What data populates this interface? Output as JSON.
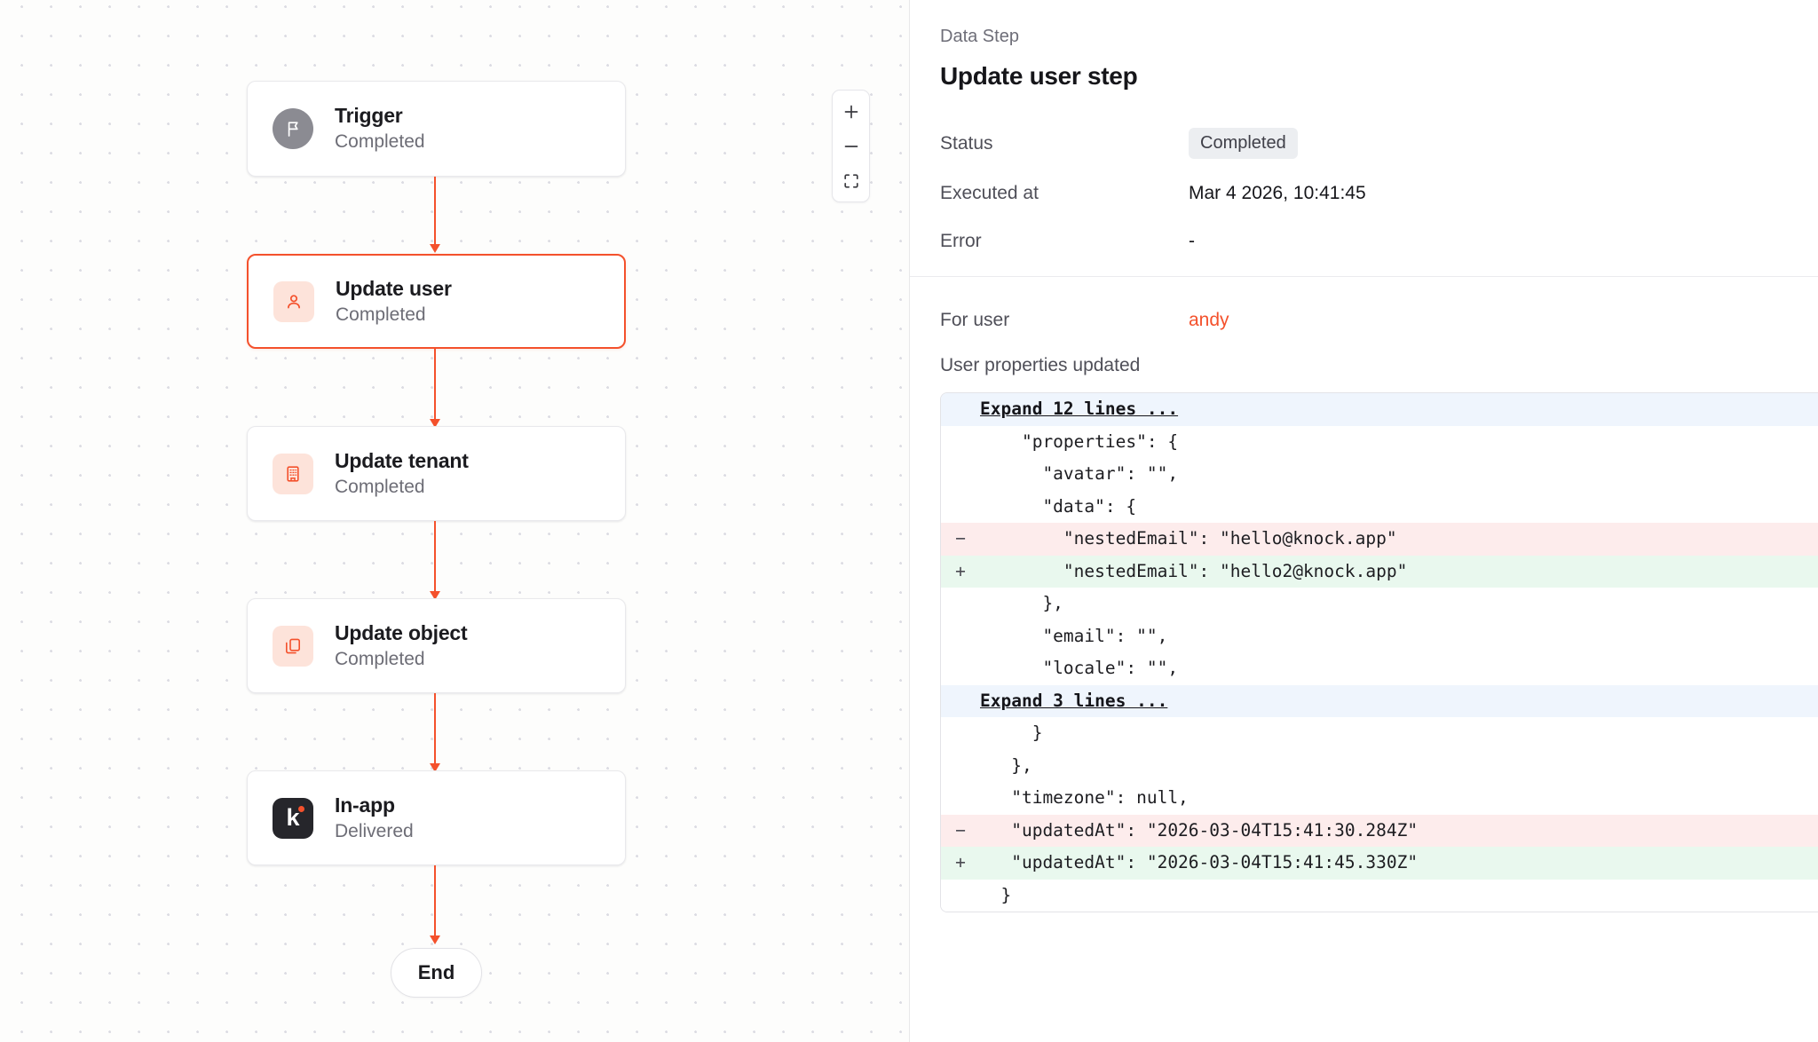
{
  "canvas": {
    "zoom_controls": {
      "zoom_in_label": "+",
      "zoom_out_label": "−",
      "fit_label": "fit-to-screen"
    },
    "nodes": [
      {
        "title": "Trigger",
        "status": "Completed",
        "icon": "flag-icon"
      },
      {
        "title": "Update user",
        "status": "Completed",
        "icon": "user-icon"
      },
      {
        "title": "Update tenant",
        "status": "Completed",
        "icon": "building-icon"
      },
      {
        "title": "Update object",
        "status": "Completed",
        "icon": "copy-icon"
      },
      {
        "title": "In-app",
        "status": "Delivered",
        "icon": "knock-logo-icon"
      }
    ],
    "end_label": "End"
  },
  "panel": {
    "kicker": "Data Step",
    "title": "Update user step",
    "rows": [
      {
        "label": "Status",
        "value": "Completed"
      },
      {
        "label": "Executed at",
        "value": "Mar 4 2026, 10:41:45"
      },
      {
        "label": "Error",
        "value": "-"
      }
    ],
    "for_user": {
      "label": "For user",
      "value": "andy"
    },
    "properties_label": "User properties updated"
  },
  "diff": {
    "lines": [
      {
        "type": "expand",
        "marker": "",
        "text": "Expand 12 lines ..."
      },
      {
        "type": "ctx",
        "marker": "",
        "text": "    \"properties\": {"
      },
      {
        "type": "ctx",
        "marker": "",
        "text": "      \"avatar\": \"\","
      },
      {
        "type": "ctx",
        "marker": "",
        "text": "      \"data\": {"
      },
      {
        "type": "del",
        "marker": "−",
        "text": "        \"nestedEmail\": \"hello@knock.app\""
      },
      {
        "type": "add",
        "marker": "+",
        "text": "        \"nestedEmail\": \"hello2@knock.app\""
      },
      {
        "type": "ctx",
        "marker": "",
        "text": "      },"
      },
      {
        "type": "ctx",
        "marker": "",
        "text": "      \"email\": \"\","
      },
      {
        "type": "ctx",
        "marker": "",
        "text": "      \"locale\": \"\","
      },
      {
        "type": "expand",
        "marker": "",
        "text": "Expand 3 lines ..."
      },
      {
        "type": "ctx",
        "marker": "",
        "text": "     }"
      },
      {
        "type": "ctx",
        "marker": "",
        "text": "   },"
      },
      {
        "type": "ctx",
        "marker": "",
        "text": "   \"timezone\": null,"
      },
      {
        "type": "del",
        "marker": "−",
        "text": "   \"updatedAt\": \"2026-03-04T15:41:30.284Z\""
      },
      {
        "type": "add",
        "marker": "+",
        "text": "   \"updatedAt\": \"2026-03-04T15:41:45.330Z\""
      },
      {
        "type": "ctx",
        "marker": "",
        "text": "  }"
      }
    ]
  },
  "colors": {
    "accent": "#f4512c",
    "canvas_bg": "#fdfdfc",
    "diff_add_bg": "#e9f8ee",
    "diff_del_bg": "#fdecec",
    "diff_expand_bg": "#eff5fd"
  }
}
